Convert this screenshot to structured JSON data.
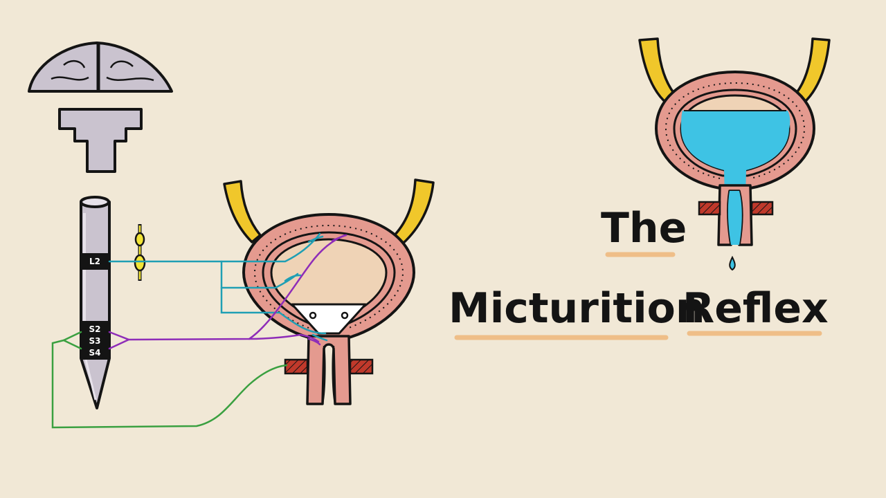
{
  "title": {
    "line1": "The",
    "line2_word1": "Micturition",
    "line2_word2": "Reflex"
  },
  "spinal_segments": [
    "L2",
    "S2",
    "S3",
    "S4"
  ],
  "colors": {
    "background": "#f1e8d6",
    "brain_fill": "#cac3cf",
    "outline": "#141414",
    "bladder_wall": "#e49a8f",
    "bladder_inner": "#efd3b6",
    "urine": "#3ec3e4",
    "ligament": "#f0c72b",
    "sphincter": "#c0392b",
    "sympathetic_nerve": "#1f9fb4",
    "parasympathetic_nerve": "#8e2cb8",
    "somatic_nerve": "#3aa040",
    "ganglion": "#f2e437",
    "underline": "#efbe88"
  }
}
